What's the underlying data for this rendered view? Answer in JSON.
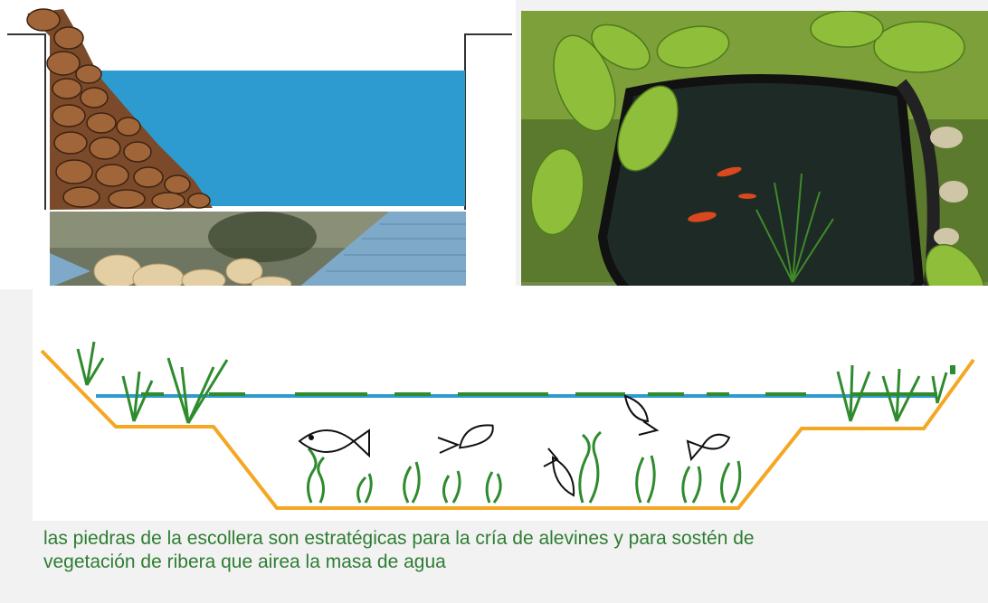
{
  "caption": {
    "line1": "las piedras de la escollera son estratégicas para la cría de alevines y para sostén de",
    "line2": "vegetación de ribera que airea la masa de agua"
  },
  "colors": {
    "page_background": "#f2f2f2",
    "water": "#2e9bd0",
    "rock": "#7b4a2a",
    "bank_line": "#f5a623",
    "vegetation": "#2e8b2e",
    "fish_outline": "#111111",
    "caption_text": "#2e7d32"
  },
  "panels": [
    {
      "name": "rock-bank-pond-cross-section",
      "kind": "illustration-with-photo-strip"
    },
    {
      "name": "garden-pond-photo",
      "kind": "photo",
      "subjects": [
        "water plants",
        "red fish",
        "black pond liner edge"
      ]
    },
    {
      "name": "pond-profile-sketch",
      "kind": "hand-drawn-sketch",
      "subjects": [
        "sloped banks",
        "reed plants",
        "fish",
        "submerged plants",
        "water surface"
      ]
    }
  ],
  "icons": [
    "rock-pile-icon",
    "fish-icon",
    "reed-plant-icon",
    "submerged-plant-icon"
  ]
}
